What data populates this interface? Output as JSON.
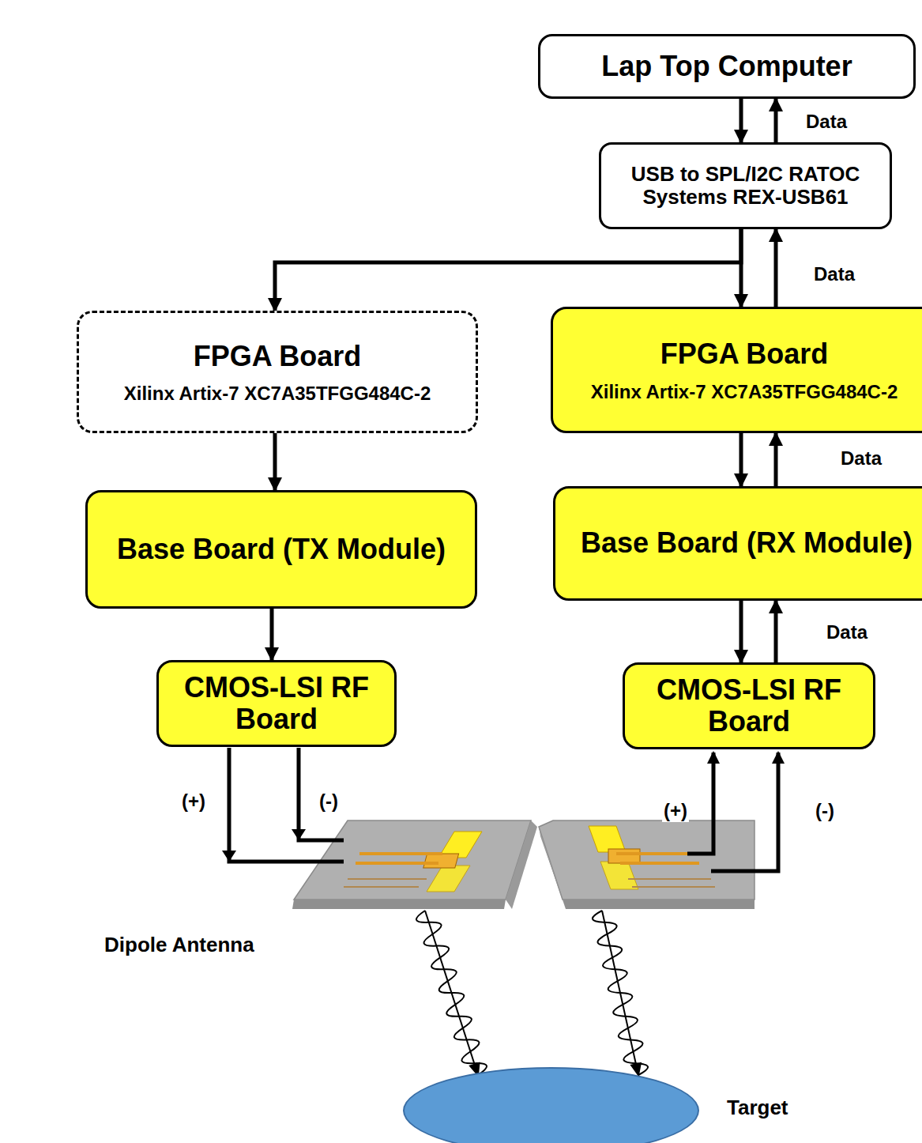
{
  "diagram": {
    "nodes": [
      {
        "text": [
          "Lap Top Computer"
        ]
      },
      {
        "text": [
          "USB to SPL/I2C RATOC Systems REX-USB61"
        ]
      },
      {
        "text": [
          "FPGA Board",
          "Xilinx Artix-7 XC7A35TFGG484C-2"
        ]
      },
      {
        "text": [
          "FPGA Board",
          "Xilinx Artix-7 XC7A35TFGG484C-2"
        ]
      },
      {
        "text": [
          "Base Board (TX Module)"
        ]
      },
      {
        "text": [
          "Base Board (RX Module)"
        ]
      },
      {
        "text": [
          "CMOS-LSI RF Board"
        ]
      },
      {
        "text": [
          "CMOS-LSI RF Board"
        ]
      },
      {
        "text": [
          "Target"
        ]
      }
    ],
    "edges": [
      {
        "from": 0,
        "to": 1,
        "arrow": "to"
      },
      {
        "from": 1,
        "to": 0,
        "arrow": "to",
        "label": "Data"
      },
      {
        "from": 1,
        "to": 2,
        "arrow": "to"
      },
      {
        "from": 1,
        "to": 3,
        "arrow": "to"
      },
      {
        "from": 3,
        "to": 1,
        "arrow": "to",
        "label": "Data"
      },
      {
        "from": 2,
        "to": 4,
        "arrow": "to"
      },
      {
        "from": 3,
        "to": 5,
        "arrow": "to"
      },
      {
        "from": 5,
        "to": 3,
        "arrow": "to",
        "label": "Data"
      },
      {
        "from": 4,
        "to": 6,
        "arrow": "to"
      },
      {
        "from": 5,
        "to": 7,
        "arrow": "to"
      },
      {
        "from": 7,
        "to": 5,
        "arrow": "to",
        "label": "Data"
      }
    ],
    "labels": [
      "(+)",
      "(-)",
      "(+)",
      "(-)",
      "Dipole Antenna"
    ]
  }
}
